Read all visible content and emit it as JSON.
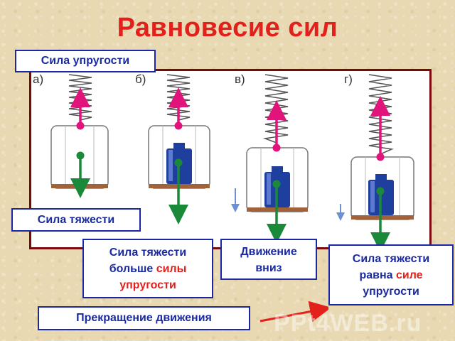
{
  "title": "Равновесие сил",
  "labels": {
    "elastic_force": "Сила упругости",
    "gravity": "Сила тяжести",
    "gravity_greater_line1": "Сила тяжести",
    "gravity_greater_line2a": "больше ",
    "gravity_greater_line2b": "силы",
    "gravity_greater_line3": "упругости",
    "moving_down_line1": "Движение",
    "moving_down_line2": "вниз",
    "gravity_equal_line1": "Сила тяжести",
    "gravity_equal_line2a": "равна ",
    "gravity_equal_line2b": "силе",
    "gravity_equal_line3": "упругости",
    "motion_stops": "Прекращение движения"
  },
  "panels": [
    {
      "letter": "а)"
    },
    {
      "letter": "б)"
    },
    {
      "letter": "в)"
    },
    {
      "letter": "г)"
    }
  ],
  "watermark": "PPt4WEB.ru",
  "colors": {
    "title": "#e3201b",
    "label_text": "#1a2aa0",
    "label_border": "#1b27a3",
    "elastic_arrow": "#e0147a",
    "gravity_arrow": "#1a8a3a",
    "weight": "#1f3f9e",
    "frame": "#7a0a0a"
  }
}
